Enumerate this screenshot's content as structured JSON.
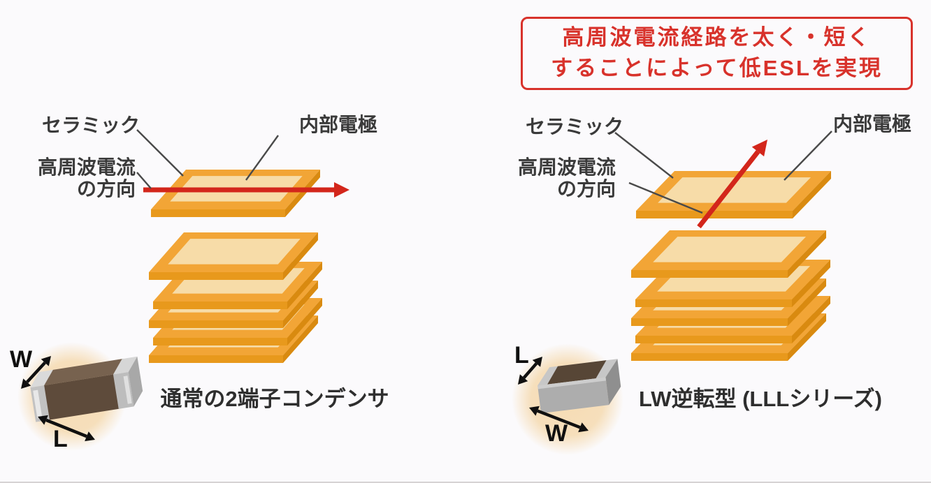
{
  "note": {
    "line1": "高周波電流経路を太く・短く",
    "line2": "することによって低ESLを実現"
  },
  "colors": {
    "background": "#FBFAFC",
    "accent_red": "#D3261B",
    "note_red": "#D8322B",
    "plate_top": "#F2A536",
    "plate_inner": "#F7DCA8",
    "plate_front": "#E8991C",
    "plate_side": "#D98A10",
    "leader_gray": "#4A4A4A",
    "glow": "#F5DAB0",
    "dim_black": "#101010",
    "chip_body_brown": "#5E4B3B",
    "chip_top_brown": "#77624F",
    "chip_silver": "#C2C2C2"
  },
  "panels": [
    {
      "id": "standard",
      "labels": {
        "ceramic": "セラミック",
        "electrode": "内部電極",
        "hf_line1": "高周波電流",
        "hf_line2": "の方向"
      },
      "dimension_labels": {
        "width": "W",
        "length": "L"
      },
      "caption": "通常の2端子コンデンサ"
    },
    {
      "id": "lw-reverse",
      "labels": {
        "ceramic": "セラミック",
        "electrode": "内部電極",
        "hf_line1": "高周波電流",
        "hf_line2": "の方向"
      },
      "dimension_labels": {
        "width": "W",
        "length": "L"
      },
      "caption": "LW逆転型 (LLLシリーズ)"
    }
  ]
}
